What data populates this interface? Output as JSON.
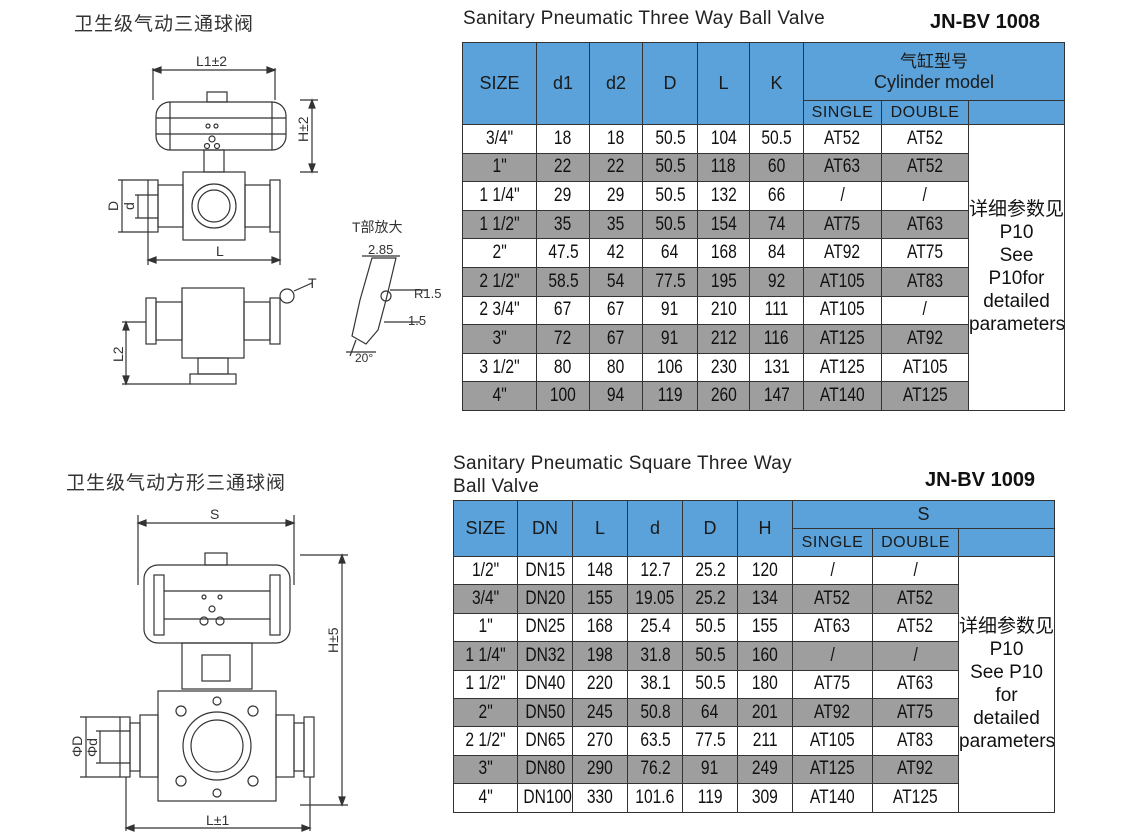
{
  "section1": {
    "cn_title": "卫生级气动三通球阀",
    "en_title": "Sanitary Pneumatic Three Way Ball Valve",
    "model": "JN-BV 1008",
    "drawing_labels": {
      "l1": "L1±2",
      "h": "H±2",
      "d_big": "D",
      "d_small": "d",
      "l": "L",
      "l2": "L2",
      "t": "T",
      "t_detail": "T部放大",
      "dim_285": "2.85",
      "r15": "R1.5",
      "dim_15": "1.5",
      "angle": "20°"
    },
    "headers": {
      "size": "SIZE",
      "d1": "d1",
      "d2": "d2",
      "D": "D",
      "L": "L",
      "K": "K",
      "cyl_cn": "气缸型号",
      "cyl_en": "Cylinder model",
      "single": "SINGLE",
      "double": "DOUBLE"
    },
    "rows": [
      {
        "size": "3/4\"",
        "d1": "18",
        "d2": "18",
        "D": "50.5",
        "L": "104",
        "K": "50.5",
        "single": "AT52",
        "double": "AT52"
      },
      {
        "size": "1\"",
        "d1": "22",
        "d2": "22",
        "D": "50.5",
        "L": "118",
        "K": "60",
        "single": "AT63",
        "double": "AT52"
      },
      {
        "size": "1 1/4\"",
        "d1": "29",
        "d2": "29",
        "D": "50.5",
        "L": "132",
        "K": "66",
        "single": "/",
        "double": "/"
      },
      {
        "size": "1 1/2\"",
        "d1": "35",
        "d2": "35",
        "D": "50.5",
        "L": "154",
        "K": "74",
        "single": "AT75",
        "double": "AT63"
      },
      {
        "size": "2\"",
        "d1": "47.5",
        "d2": "42",
        "D": "64",
        "L": "168",
        "K": "84",
        "single": "AT92",
        "double": "AT75"
      },
      {
        "size": "2 1/2\"",
        "d1": "58.5",
        "d2": "54",
        "D": "77.5",
        "L": "195",
        "K": "92",
        "single": "AT105",
        "double": "AT83"
      },
      {
        "size": "2 3/4\"",
        "d1": "67",
        "d2": "67",
        "D": "91",
        "L": "210",
        "K": "111",
        "single": "AT105",
        "double": "/"
      },
      {
        "size": "3\"",
        "d1": "72",
        "d2": "67",
        "D": "91",
        "L": "212",
        "K": "116",
        "single": "AT125",
        "double": "AT92"
      },
      {
        "size": "3 1/2\"",
        "d1": "80",
        "d2": "80",
        "D": "106",
        "L": "230",
        "K": "131",
        "single": "AT125",
        "double": "AT105"
      },
      {
        "size": "4\"",
        "d1": "100",
        "d2": "94",
        "D": "119",
        "L": "260",
        "K": "147",
        "single": "AT140",
        "double": "AT125"
      }
    ],
    "note": [
      "详细参数见P10",
      "See P10for",
      "detailed",
      "parameters."
    ]
  },
  "section2": {
    "cn_title": "卫生级气动方形三通球阀",
    "en_title_line1": "Sanitary Pneumatic Square Three Way",
    "en_title_line2": "Ball Valve",
    "model": "JN-BV 1009",
    "drawing_labels": {
      "s": "S",
      "h": "H±5",
      "phi_d_big": "ΦD",
      "phi_d_small": "Φd",
      "l": "L±1"
    },
    "headers": {
      "size": "SIZE",
      "dn": "DN",
      "L": "L",
      "d": "d",
      "D": "D",
      "H": "H",
      "s": "S",
      "single": "SINGLE",
      "double": "DOUBLE"
    },
    "rows": [
      {
        "size": "1/2\"",
        "dn": "DN15",
        "L": "148",
        "d": "12.7",
        "D": "25.2",
        "H": "120",
        "single": "/",
        "double": "/"
      },
      {
        "size": "3/4\"",
        "dn": "DN20",
        "L": "155",
        "d": "19.05",
        "D": "25.2",
        "H": "134",
        "single": "AT52",
        "double": "AT52"
      },
      {
        "size": "1\"",
        "dn": "DN25",
        "L": "168",
        "d": "25.4",
        "D": "50.5",
        "H": "155",
        "single": "AT63",
        "double": "AT52"
      },
      {
        "size": "1 1/4\"",
        "dn": "DN32",
        "L": "198",
        "d": "31.8",
        "D": "50.5",
        "H": "160",
        "single": "/",
        "double": "/"
      },
      {
        "size": "1 1/2\"",
        "dn": "DN40",
        "L": "220",
        "d": "38.1",
        "D": "50.5",
        "H": "180",
        "single": "AT75",
        "double": "AT63"
      },
      {
        "size": "2\"",
        "dn": "DN50",
        "L": "245",
        "d": "50.8",
        "D": "64",
        "H": "201",
        "single": "AT92",
        "double": "AT75"
      },
      {
        "size": "2 1/2\"",
        "dn": "DN65",
        "L": "270",
        "d": "63.5",
        "D": "77.5",
        "H": "211",
        "single": "AT105",
        "double": "AT83"
      },
      {
        "size": "3\"",
        "dn": "DN80",
        "L": "290",
        "d": "76.2",
        "D": "91",
        "H": "249",
        "single": "AT125",
        "double": "AT92"
      },
      {
        "size": "4\"",
        "dn": "DN100",
        "L": "330",
        "d": "101.6",
        "D": "119",
        "H": "309",
        "single": "AT140",
        "double": "AT125"
      }
    ],
    "note": [
      "详细参数见P10",
      "See P10 for",
      "detailed",
      "parameters."
    ]
  },
  "colors": {
    "header_blue": "#5aa2d9",
    "row_gray": "#9e9e9e"
  }
}
